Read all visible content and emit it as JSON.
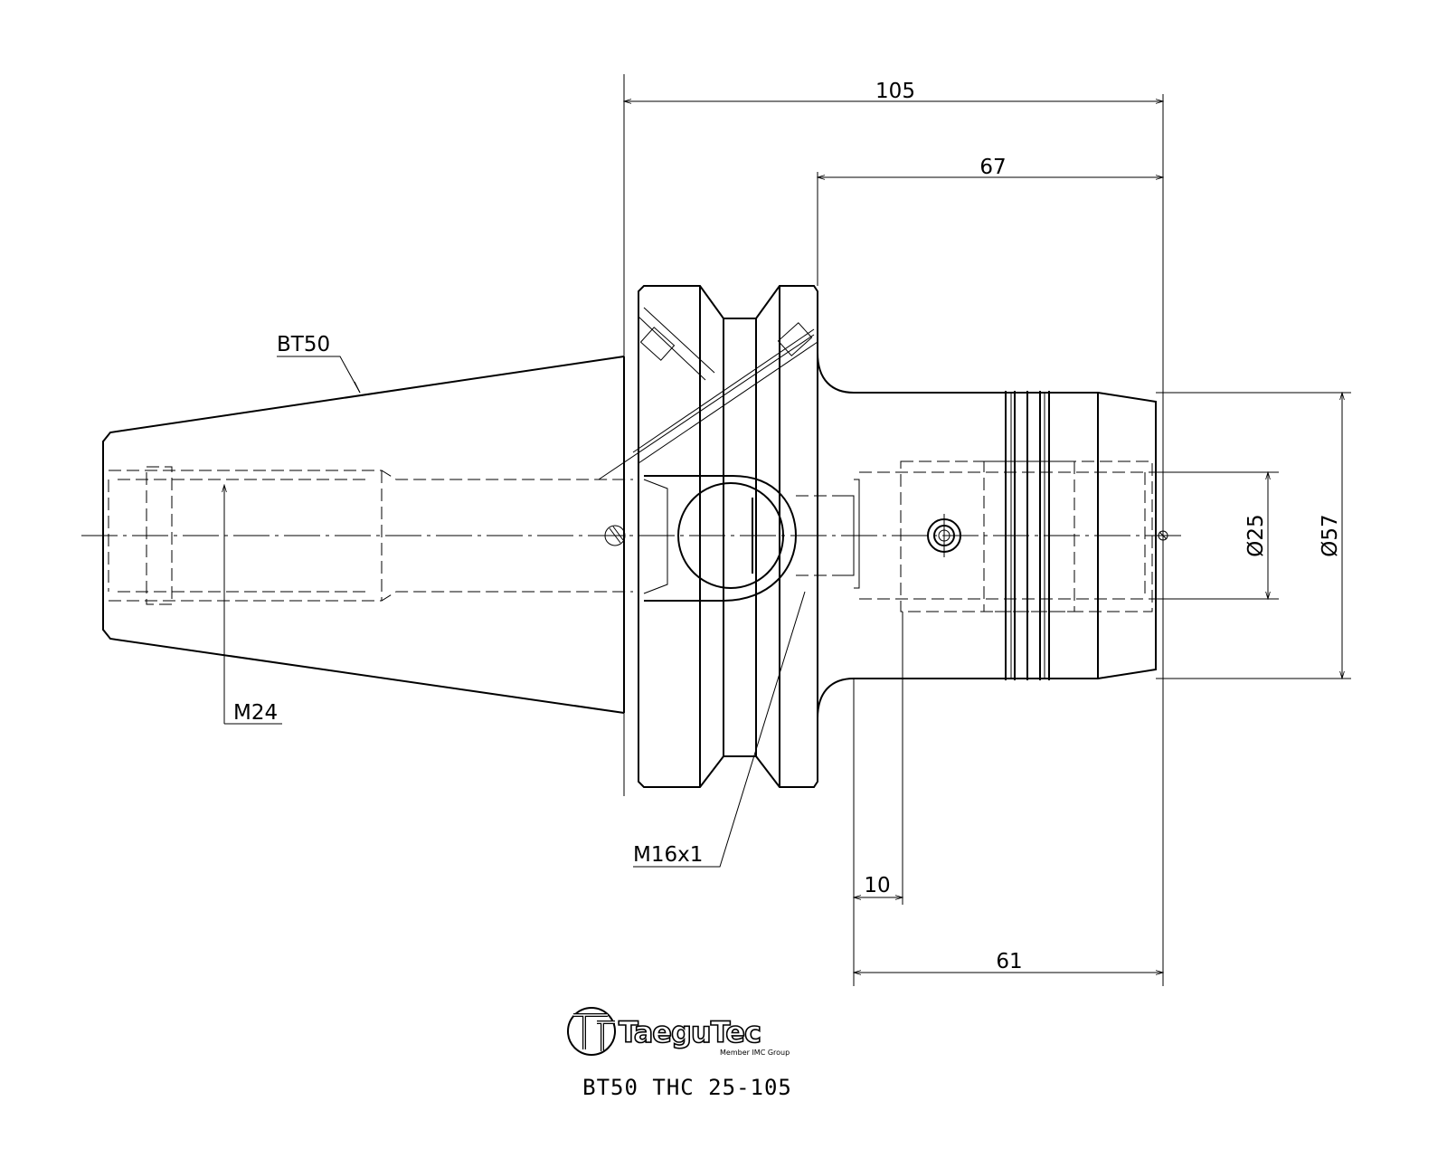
{
  "dimensions": {
    "overall_length": "105",
    "front_length": "67",
    "shank_length": "61",
    "offset": "10",
    "bore_diameter": "Ø25",
    "outer_diameter": "Ø57"
  },
  "labels": {
    "taper": "BT50",
    "drawbar_thread": "M24",
    "adjust_thread": "M16x1"
  },
  "logo": {
    "brand": "TaeguTec",
    "tagline": "Member IMC Group"
  },
  "caption": "BT50 THC 25-105"
}
